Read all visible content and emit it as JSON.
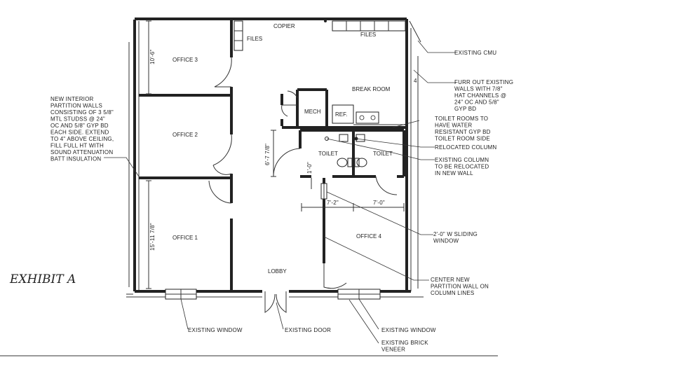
{
  "exhibit_label": "EXHIBIT A",
  "rooms": {
    "office3": "OFFICE 3",
    "office2": "OFFICE 2",
    "office1": "OFFICE 1",
    "office4": "OFFICE 4",
    "break_room": "BREAK ROOM",
    "lobby": "LOBBY",
    "mech": "MECH",
    "ref": "REF.",
    "toilet_left": "TOILET",
    "toilet_right": "TOILET",
    "copier": "COPIER",
    "files_left": "FILES",
    "files_right": "FILES"
  },
  "dimensions": {
    "office3_depth": "10'-6\"",
    "toilet_depth": "6'-7 7/8\"",
    "office1_depth": "15'-11 7/8\"",
    "toilet_left_width": "7'-2\"",
    "toilet_right_width": "7'-0\"",
    "door_offset": "1'-0\"",
    "column_mark": "4"
  },
  "notes": {
    "partition": [
      "NEW INTERIOR",
      "PARTITION WALLS",
      "CONSISTING OF 3 5/8\"",
      "MTL STUDSS @ 24\"",
      "OC AND 5/8\" GYP BD",
      "EACH SIDE. EXTEND",
      "TO 4\" ABOVE CEILING,",
      "FILL FULL HT WITH",
      "SOUND ATTENUATION",
      "BATT INSULATION"
    ],
    "existing_cmu": [
      "EXISTING CMU"
    ],
    "furr_out": [
      "FURR OUT EXISTING",
      "WALLS WITH 7/8\"",
      "HAT CHANNELS @",
      "24\" OC AND 5/8\"",
      "GYP BD"
    ],
    "toilet_rooms": [
      "TOILET ROOMS TO",
      "HAVE WATER",
      "RESISTANT GYP BD",
      "TOILET ROOM SIDE"
    ],
    "relocated_column": [
      "RELOCATED COLUMN"
    ],
    "existing_column": [
      "EXISTING COLUMN",
      "TO BE RELOCATED",
      "IN NEW WALL"
    ],
    "sliding_window": [
      "2'-0\" W SLIDING",
      "WINDOW"
    ],
    "center_partition": [
      "CENTER NEW",
      "PARTITION WALL ON",
      "COLUMN LINES"
    ],
    "existing_window_left": [
      "EXISTING WINDOW"
    ],
    "existing_door": [
      "EXISTING DOOR"
    ],
    "existing_window_right": [
      "EXISTING WINDOW"
    ],
    "brick_veneer": [
      "EXISTING BRICK",
      "VENEER"
    ]
  }
}
